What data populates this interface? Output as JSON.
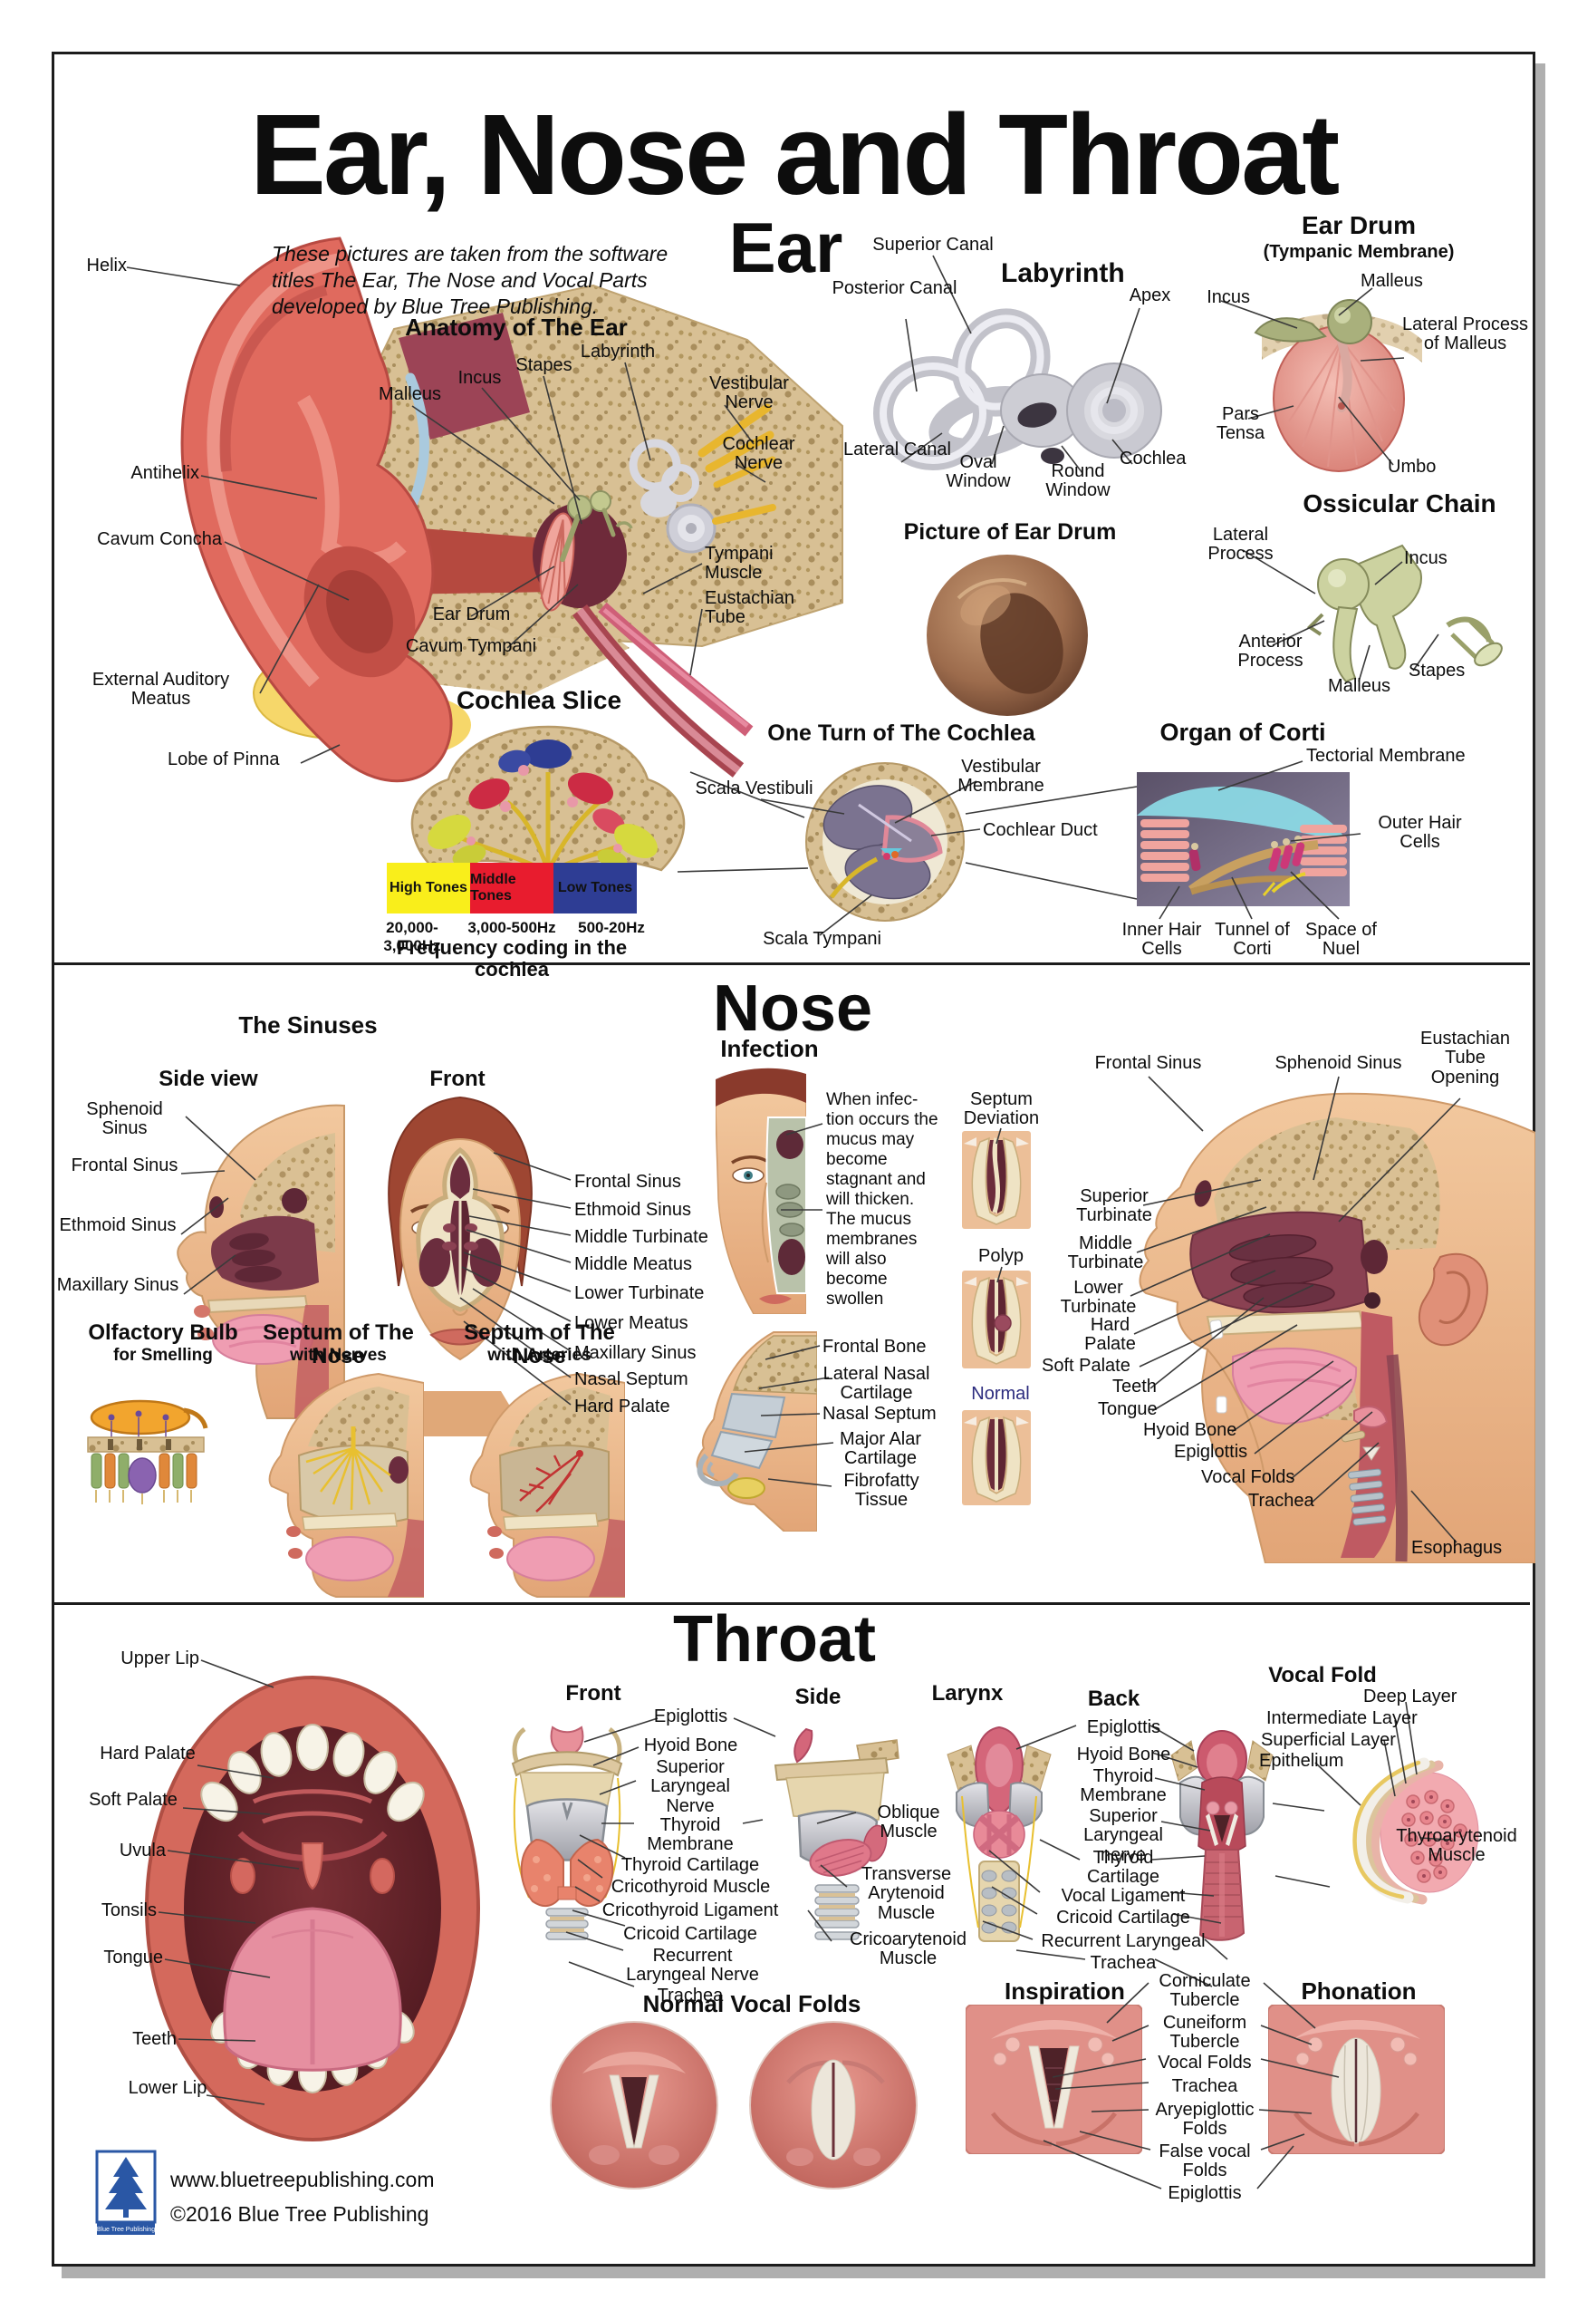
{
  "poster": {
    "title": "Ear, Nose and Throat",
    "credit": "These pictures are taken from the software titles The Ear, The Nose and Vocal Parts developed by Blue Tree Publishing.",
    "footer": {
      "website": "www.bluetreepublishing.com",
      "copyright": "©2016 Blue Tree Publishing",
      "logo_text": "Blue Tree Publishing"
    }
  },
  "ear": {
    "heading": "Ear",
    "pinna": {
      "helix": "Helix",
      "antihelix": "Antihelix",
      "cavum_concha": "Cavum Concha",
      "external_auditory_meatus": "External Auditory Meatus",
      "lobe_of_pinna": "Lobe of Pinna"
    },
    "anatomy": {
      "title": "Anatomy of The Ear",
      "malleus": "Malleus",
      "incus": "Incus",
      "stapes": "Stapes",
      "labyrinth": "Labyrinth",
      "vestibular_nerve": "Vestibular Nerve",
      "cochlear_nerve": "Cochlear Nerve",
      "tympani_muscle": "Tympani Muscle",
      "eustachian_tube": "Eustachian Tube",
      "ear_drum": "Ear Drum",
      "cavum_tympani": "Cavum Tympani"
    },
    "labyrinth_fig": {
      "title": "Labyrinth",
      "superior_canal": "Superior Canal",
      "posterior_canal": "Posterior Canal",
      "apex": "Apex",
      "lateral_canal": "Lateral Canal",
      "oval_window": "Oval Window",
      "round_window": "Round Window",
      "cochlea": "Cochlea"
    },
    "ear_drum_fig": {
      "title": "Ear Drum",
      "subtitle": "(Tympanic Membrane)",
      "incus": "Incus",
      "malleus": "Malleus",
      "lateral_process": "Lateral Process of Malleus",
      "pars_tensa": "Pars Tensa",
      "umbo": "Umbo"
    },
    "ossicular_chain": {
      "title": "Ossicular Chain",
      "lateral_process": "Lateral Process",
      "incus": "Incus",
      "anterior_process": "Anterior Process",
      "malleus": "Malleus",
      "stapes": "Stapes"
    },
    "ear_drum_photo_title": "Picture of Ear Drum",
    "cochlea_slice": {
      "title": "Cochlea Slice",
      "legend": {
        "high": {
          "label": "High Tones",
          "range": "20,000-3,000Hz",
          "color": "#f9ee1b"
        },
        "middle": {
          "label": "Middle Tones",
          "range": "3,000-500Hz",
          "color": "#e81c2e"
        },
        "low": {
          "label": "Low Tones",
          "range": "500-20Hz",
          "color": "#2e3d94"
        }
      },
      "caption": "Frequency coding in the cochlea"
    },
    "one_turn": {
      "title": "One Turn of The Cochlea",
      "scala_vestibuli": "Scala Vestibuli",
      "vestibular_membrane": "Vestibular Membrane",
      "cochlear_duct": "Cochlear Duct",
      "scala_tympani": "Scala Tympani"
    },
    "organ_of_corti": {
      "title": "Organ of Corti",
      "tectorial_membrane": "Tectorial Membrane",
      "outer_hair_cells": "Outer Hair Cells",
      "inner_hair_cells": "Inner Hair Cells",
      "tunnel_of_corti": "Tunnel of Corti",
      "space_of_nuel": "Space of Nuel"
    }
  },
  "nose": {
    "heading": "Nose",
    "sinuses": {
      "title": "The Sinuses",
      "side_view": "Side view",
      "front": "Front",
      "sphenoid_sinus": "Sphenoid Sinus",
      "frontal_sinus": "Frontal Sinus",
      "ethmoid_sinus": "Ethmoid Sinus",
      "maxillary_sinus": "Maxillary Sinus",
      "front_frontal_sinus": "Frontal Sinus",
      "front_ethmoid_sinus": "Ethmoid Sinus",
      "middle_turbinate": "Middle Turbinate",
      "middle_meatus": "Middle Meatus",
      "lower_turbinate": "Lower Turbinate",
      "lower_meatus": "Lower Meatus",
      "front_maxillary_sinus": "Maxillary Sinus",
      "nasal_septum": "Nasal Septum",
      "hard_palate": "Hard Palate"
    },
    "infection": {
      "title": "Infection",
      "text": "When infec- tion occurs the mucus may become stagnant and will thicken. The mucus membranes will also become swollen"
    },
    "conditions": {
      "septum_deviation": "Septum Deviation",
      "polyp": "Polyp",
      "normal": "Normal",
      "normal_color": "#2b2b7e"
    },
    "sagittal": {
      "frontal_sinus": "Frontal Sinus",
      "sphenoid_sinus": "Sphenoid Sinus",
      "eustachian_tube_opening": "Eustachian Tube Opening",
      "superior_turbinate": "Superior Turbinate",
      "middle_turbinate": "Middle Turbinate",
      "lower_turbinate": "Lower Turbinate",
      "hard_palate": "Hard Palate",
      "soft_palate": "Soft Palate",
      "teeth": "Teeth",
      "tongue": "Tongue",
      "hyoid_bone": "Hyoid Bone",
      "epiglottis": "Epiglottis",
      "vocal_folds": "Vocal Folds",
      "trachea": "Trachea",
      "esophagus": "Esophagus"
    },
    "olfactory": {
      "title": "Olfactory Bulb",
      "subtitle": "for Smelling"
    },
    "septum_nerves": {
      "title": "Septum of The Nose",
      "subtitle": "with Nerves"
    },
    "septum_arteries": {
      "title": "Septum of The Nose",
      "subtitle": "with Arteries"
    },
    "cartilage": {
      "frontal_bone": "Frontal Bone",
      "lateral_nasal_cartilage": "Lateral Nasal Cartilage",
      "nasal_septum": "Nasal Septum",
      "major_alar_cartilage": "Major Alar Cartilage",
      "fibrofatty_tissue": "Fibrofatty Tissue"
    }
  },
  "throat": {
    "heading": "Throat",
    "mouth": {
      "upper_lip": "Upper Lip",
      "hard_palate": "Hard Palate",
      "soft_palate": "Soft Palate",
      "uvula": "Uvula",
      "tonsils": "Tonsils",
      "tongue": "Tongue",
      "teeth": "Teeth",
      "lower_lip": "Lower Lip"
    },
    "front": {
      "title": "Front",
      "epiglottis": "Epiglottis",
      "hyoid_bone": "Hyoid Bone",
      "superior_laryngeal_nerve": "Superior Laryngeal Nerve",
      "thyroid_membrane": "Thyroid Membrane",
      "thyroid_cartilage": "Thyroid Cartilage",
      "cricothyroid_muscle": "Cricothyroid Muscle",
      "cricothyroid_ligament": "Cricothyroid Ligament",
      "cricoid_cartilage": "Cricoid Cartilage",
      "recurrent_laryngeal_nerve": "Recurrent Laryngeal Nerve",
      "trachea": "Trachea"
    },
    "side": {
      "title": "Side",
      "oblique_muscle": "Oblique Muscle",
      "transverse_arytenoid_muscle": "Transverse Arytenoid Muscle",
      "cricoarytenoid_muscle": "Cricoarytenoid Muscle"
    },
    "larynx_title": "Larynx",
    "back": {
      "title": "Back",
      "epiglottis": "Epiglottis",
      "hyoid_bone": "Hyoid Bone",
      "thyroid_membrane": "Thyroid Membrane",
      "superior_laryngeal_nerve": "Superior Laryngeal nerve",
      "thyroid_cartilage": "Thyroid Cartilage",
      "vocal_ligament": "Vocal Ligament",
      "cricoid_cartilage": "Cricoid Cartilage",
      "recurrent_laryngeal": "Recurrent Laryngeal",
      "trachea": "Trachea"
    },
    "vocal_fold": {
      "title": "Vocal Fold",
      "deep_layer": "Deep Layer",
      "intermediate_layer": "Intermediate Layer",
      "superficial_layer": "Superficial Layer",
      "epithelium": "Epithelium",
      "thyroarytenoid_muscle": "Thyroarytenoid Muscle"
    },
    "normal_vocal_folds_title": "Normal Vocal Folds",
    "inspiration_title": "Inspiration",
    "phonation_title": "Phonation",
    "glottis": {
      "corniculate_tubercle": "Corniculate Tubercle",
      "cuneiform_tubercle": "Cuneiform Tubercle",
      "vocal_folds": "Vocal Folds",
      "trachea": "Trachea",
      "aryepiglottic_folds": "Aryepiglottic Folds",
      "false_vocal_folds": "False vocal Folds",
      "epiglottis": "Epiglottis"
    }
  }
}
